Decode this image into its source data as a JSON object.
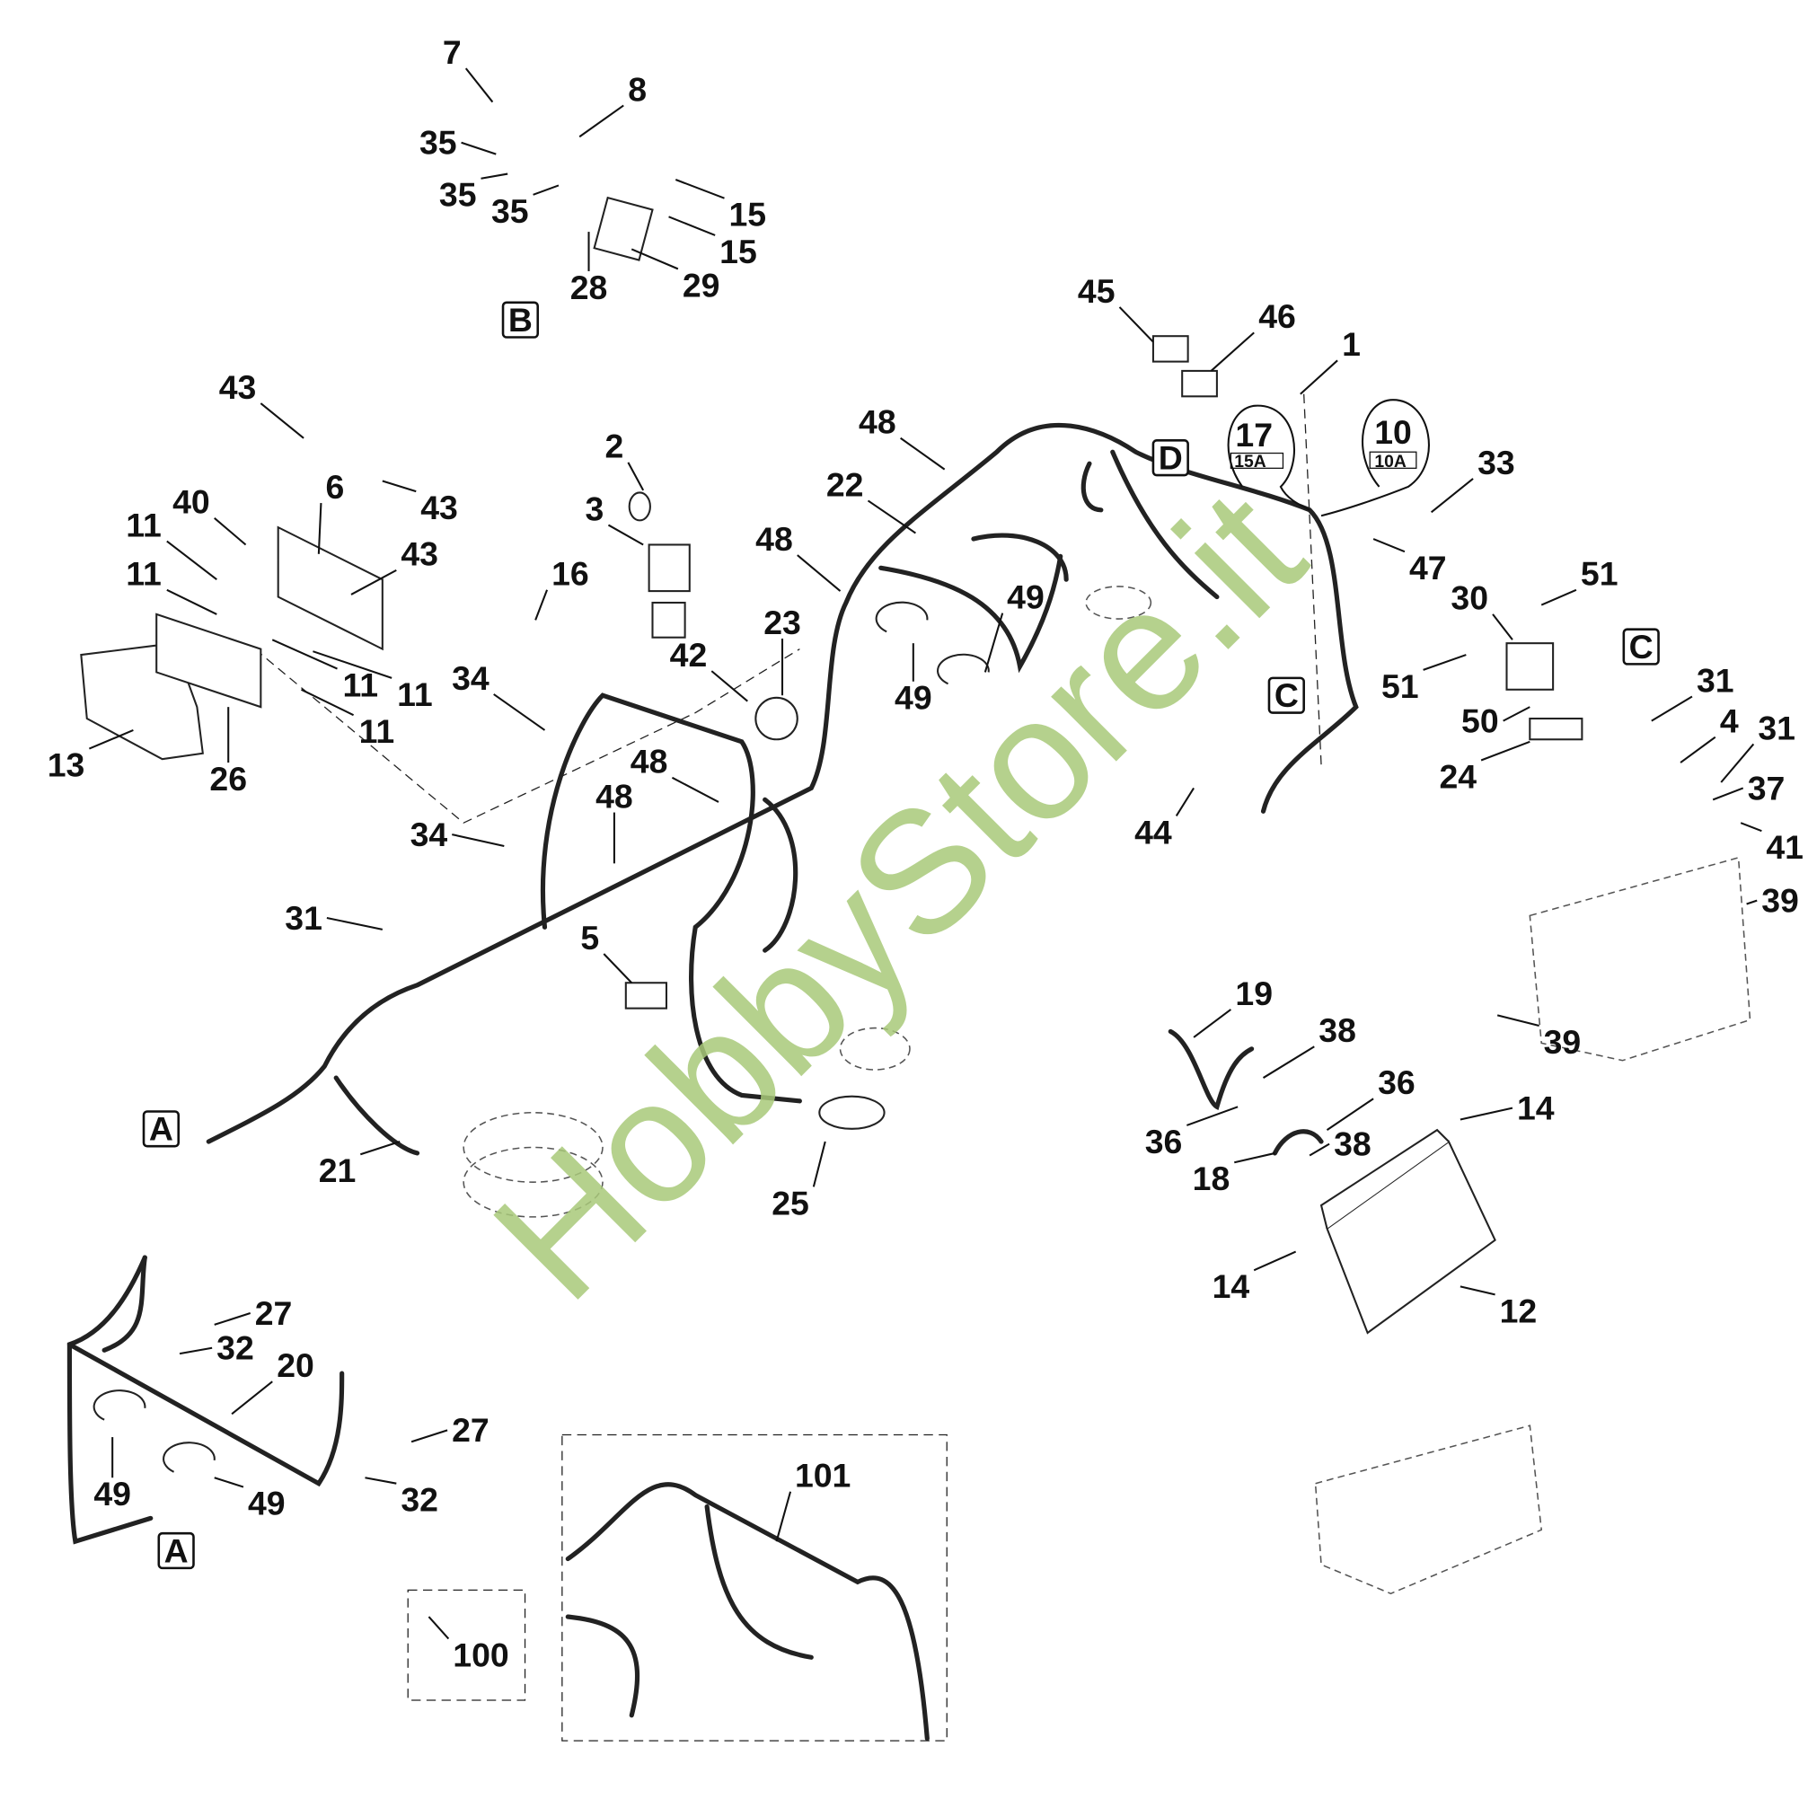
{
  "diagram": {
    "title": "Wiring harness exploded parts diagram",
    "watermark": "HobbyStore.it",
    "callouts": [
      "7",
      "8",
      "35",
      "35",
      "35",
      "15",
      "15",
      "28",
      "29",
      "45",
      "46",
      "1",
      "33",
      "47",
      "30",
      "51",
      "51",
      "31",
      "50",
      "4",
      "31",
      "24",
      "37",
      "41",
      "39",
      "39",
      "43",
      "43",
      "43",
      "6",
      "40",
      "11",
      "11",
      "11",
      "11",
      "11",
      "13",
      "26",
      "2",
      "3",
      "16",
      "48",
      "22",
      "48",
      "23",
      "42",
      "34",
      "48",
      "48",
      "34",
      "49",
      "49",
      "44",
      "31",
      "5",
      "19",
      "38",
      "36",
      "14",
      "36",
      "38",
      "18",
      "14",
      "12",
      "21",
      "25",
      "27",
      "32",
      "20",
      "27",
      "49",
      "49",
      "32",
      "100",
      "101"
    ],
    "reference_boxes": [
      "B",
      "D",
      "C",
      "C",
      "A",
      "A"
    ],
    "fuses": [
      {
        "number": "17",
        "rating": "15A"
      },
      {
        "number": "10",
        "rating": "10A"
      }
    ]
  }
}
